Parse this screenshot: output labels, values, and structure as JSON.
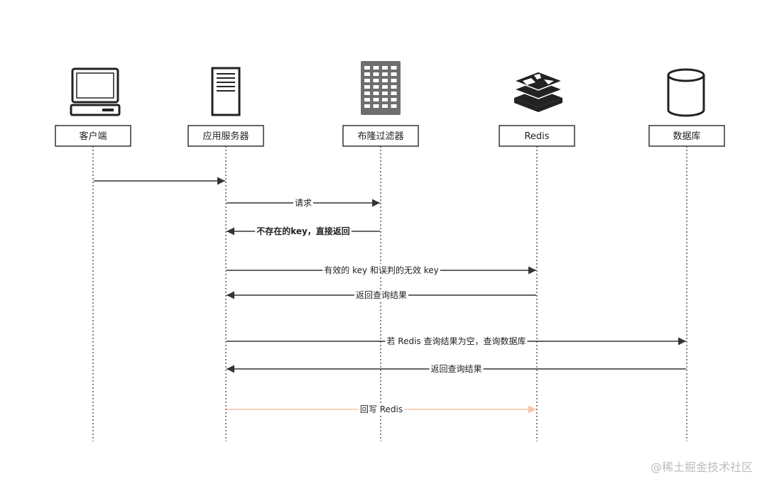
{
  "actors": [
    {
      "id": "client",
      "label": "客户端",
      "icon": "computer-icon"
    },
    {
      "id": "app",
      "label": "应用服务器",
      "icon": "server-icon"
    },
    {
      "id": "bloom",
      "label": "布隆过滤器",
      "icon": "filter-grid-icon"
    },
    {
      "id": "redis",
      "label": "Redis",
      "icon": "redis-icon"
    },
    {
      "id": "db",
      "label": "数据库",
      "icon": "database-icon"
    }
  ],
  "messages": [
    {
      "from": "client",
      "to": "app",
      "label": "",
      "color": "#333333",
      "bold": false
    },
    {
      "from": "app",
      "to": "bloom",
      "label": "请求",
      "color": "#333333",
      "bold": false
    },
    {
      "from": "bloom",
      "to": "app",
      "label": "不存在的key，直接返回",
      "color": "#333333",
      "bold": true
    },
    {
      "from": "app",
      "to": "redis",
      "label": "有效的 key 和误判的无效 key",
      "color": "#333333",
      "bold": false
    },
    {
      "from": "redis",
      "to": "app",
      "label": "返回查询结果",
      "color": "#333333",
      "bold": false
    },
    {
      "from": "app",
      "to": "db",
      "label": "若 Redis 查询结果为空，查询数据库",
      "color": "#333333",
      "bold": false
    },
    {
      "from": "db",
      "to": "app",
      "label": "返回查询结果",
      "color": "#333333",
      "bold": false
    },
    {
      "from": "app",
      "to": "redis",
      "label": "回写 Redis",
      "color": "#f5c4a8",
      "bold": false
    }
  ],
  "watermark": "@稀土掘金技术社区"
}
